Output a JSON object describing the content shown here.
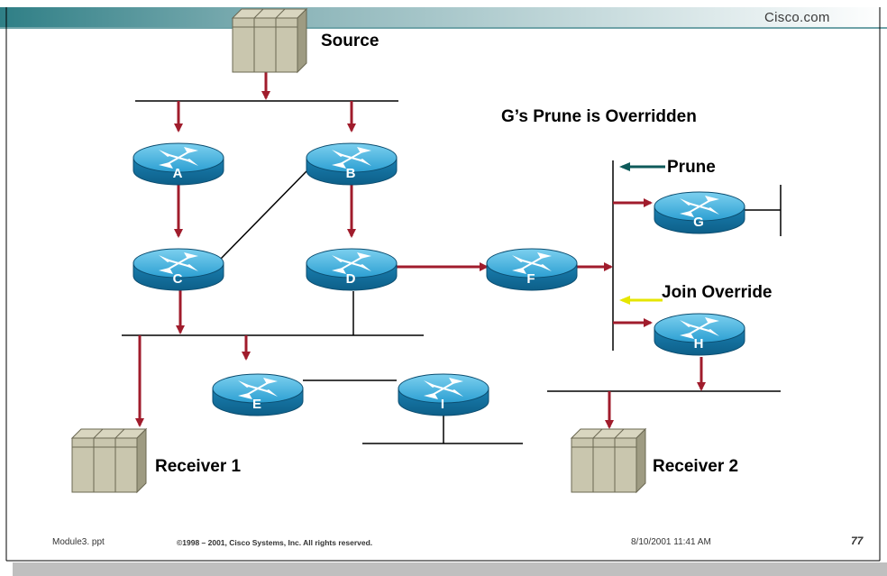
{
  "header": {
    "brand": "Cisco.com"
  },
  "title": "G’s Prune is Overridden",
  "labels": {
    "source": "Source",
    "receiver1": "Receiver 1",
    "receiver2": "Receiver 2",
    "prune": "Prune",
    "join_override": "Join Override"
  },
  "routers": [
    "A",
    "B",
    "C",
    "D",
    "E",
    "F",
    "G",
    "H",
    "I"
  ],
  "footer": {
    "file": "Module3. ppt",
    "copyright": "©1998 – 2001, Cisco Systems, Inc. All rights reserved.",
    "date": "8/10/2001 11:41 AM",
    "page": "77"
  },
  "colors": {
    "flow_arrow": "#a01c2c",
    "prune_arrow": "#0e5a5a",
    "join_arrow": "#e6e600",
    "router_body": "#1a8cbf",
    "server_body": "#c9c6ae"
  }
}
